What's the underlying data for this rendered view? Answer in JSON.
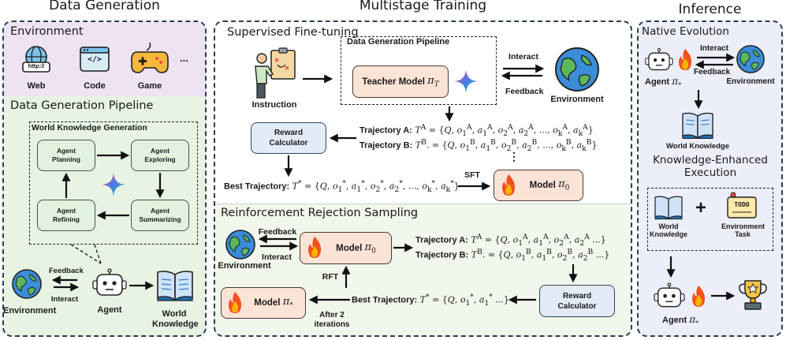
{
  "sections": {
    "data_generation": "Data Generation",
    "multistage_training": "Multistage Training",
    "inference": "Inference"
  },
  "left": {
    "environment_heading": "Environment",
    "env_items": [
      "Web",
      "Code",
      "Game"
    ],
    "env_ellipsis": "...",
    "web_url_text": "http://",
    "code_icon_text": "</>",
    "pipeline_heading": "Data Generation Pipeline",
    "wkg_heading": "World Knowledge Generation",
    "steps": {
      "planning": "Agent Planning",
      "exploring": "Agent Exploring",
      "summarizing": "Agent Summarizing",
      "refining": "Agent Refining"
    },
    "feedback": "Feedback",
    "interact": "Interact",
    "environment_label": "Environment",
    "agent_label": "Agent",
    "world_knowledge_label": "World Knowledge"
  },
  "sft": {
    "heading": "Supervised Fine-tuning",
    "instruction": "Instruction",
    "pipeline_label": "Data Generation Pipeline",
    "teacher_model": "Teacher Model",
    "teacher_symbol": "π_T",
    "interact": "Interact",
    "feedback": "Feedback",
    "environment": "Environment",
    "reward_calculator": "Reward Calculator",
    "trajectory_a_label": "Trajectory A:",
    "trajectory_a_formula": "T^A = {Q, o_1^A, a_1^A, o_2^A, a_2^A, ..., o_k^A, a_k^A}",
    "trajectory_b_label": "Trajectory B:",
    "trajectory_b_formula": "T^B. = {Q, o_1^B, a_1^B, o_2^B, a_2^B, ..., o_k^B, a_k^B}",
    "vertical_ellipsis": "⋮",
    "best_label": "Best Trajectory:",
    "best_formula": "T* = {Q, o_1*, a_1*, o_2*, a_2*, ..., o_k*, a_k*}",
    "sft_label": "SFT",
    "model_label": "Model",
    "model_symbol": "π_0"
  },
  "rrs": {
    "heading": "Reinforcement Rejection Sampling",
    "feedback": "Feedback",
    "interact": "Interact",
    "environment": "Environment",
    "model_label": "Model",
    "model_symbol": "π_0",
    "trajectory_a_label": "Trajectory A:",
    "trajectory_a_formula": "T^A = {Q, o_1^A, a_1^A, o_2^A, a_2^A ...}",
    "trajectory_b_label": "Trajectory B:",
    "trajectory_b_formula": "T^B. = {Q, o_1^B, a_1^B, o_2^B, a_2^B ...}",
    "rft_label": "RFT",
    "best_label": "Best Trajectory:",
    "best_formula": "T* = {Q, o_1*, a_1* ...}",
    "reward_calculator": "Reward Calculator",
    "final_model_label": "Model",
    "final_model_symbol": "π_*",
    "after_iterations": "After 2 iterations"
  },
  "inference": {
    "native_evolution": "Native Evolution",
    "agent_label": "Agent",
    "agent_symbol": "π_*",
    "interact": "Interact",
    "feedback": "Feedback",
    "environment": "Environment",
    "world_knowledge": "World Knowledge",
    "kee_heading": "Knowledge-Enhanced Execution",
    "world_knowledge_short": "World Knowledge",
    "environment_task": "Environment Task",
    "todo_text": "TODO",
    "plus": "+",
    "agent2_label": "Agent",
    "agent2_symbol": "π_*"
  },
  "colors": {
    "left_bg": "#ffffff",
    "env_band": "#ede3f3",
    "pipeline_band": "#e8f3e4",
    "step_box": "#e3f2df",
    "peach_box": "#fbe3d6",
    "blue_box": "#e2ebf7",
    "inference_bg": "#eceff9",
    "rrs_bg": "#f1f7ec",
    "dash": "#2c3e50"
  }
}
